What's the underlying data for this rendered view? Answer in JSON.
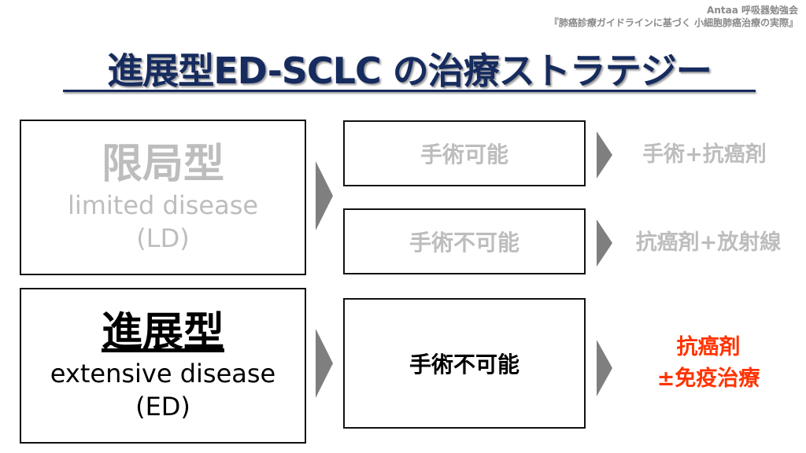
{
  "header": {
    "line1": "Antaa 呼吸器勉強会",
    "line2": "『肺癌診療ガイドラインに基づく 小細胞肺癌治療の実際』"
  },
  "title": "進展型ED-SCLC の治療ストラテジー",
  "ld": {
    "kanji": "限局型",
    "english": "limited disease",
    "abbr": "(LD)",
    "options": [
      {
        "label": "手術可能",
        "result": "手術+抗癌剤"
      },
      {
        "label": "手術不可能",
        "result": "抗癌剤+放射線"
      }
    ]
  },
  "ed": {
    "kanji": "進展型",
    "english": "extensive disease",
    "abbr": "(ED)",
    "option": "手術不可能",
    "result_line1": "抗癌剤",
    "result_line2": "±免疫治療"
  },
  "colors": {
    "title": "#162b5e",
    "result_ed": "#ff3300",
    "muted": "#bdbdbd"
  }
}
